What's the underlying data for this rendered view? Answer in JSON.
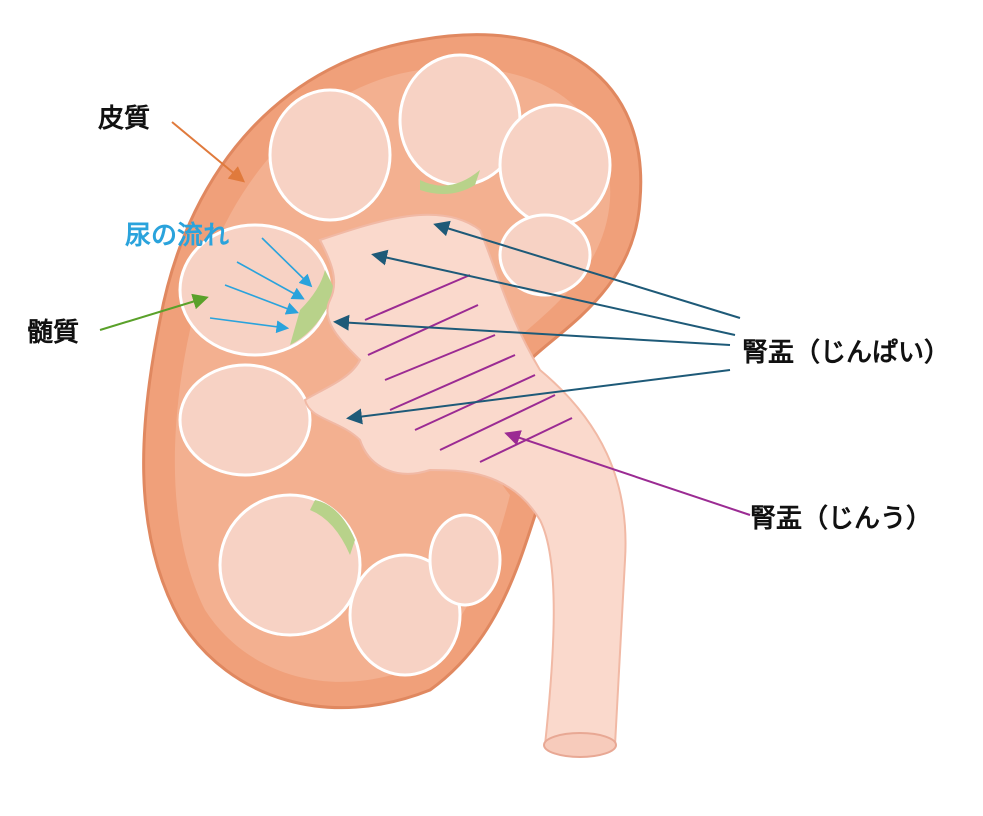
{
  "labels": {
    "cortex": "皮質",
    "urine_flow": "尿の流れ",
    "medulla": "髄質",
    "calyx": "腎盂（じんぱい）",
    "pelvis": "腎盂（じんう）"
  },
  "colors": {
    "cortex": "#f0a07a",
    "inner": "#f8c9b4",
    "pyramid": "#f7d2c4",
    "pelvis": "#fad9cc",
    "papilla": "#b8d28a",
    "cortex_arrow": "#e07a3c",
    "flow": "#2aa3dc",
    "medulla_arrow": "#5aa12a",
    "calyx_arrow": "#1e5a78",
    "pelvis_mark": "#9b2b93"
  }
}
